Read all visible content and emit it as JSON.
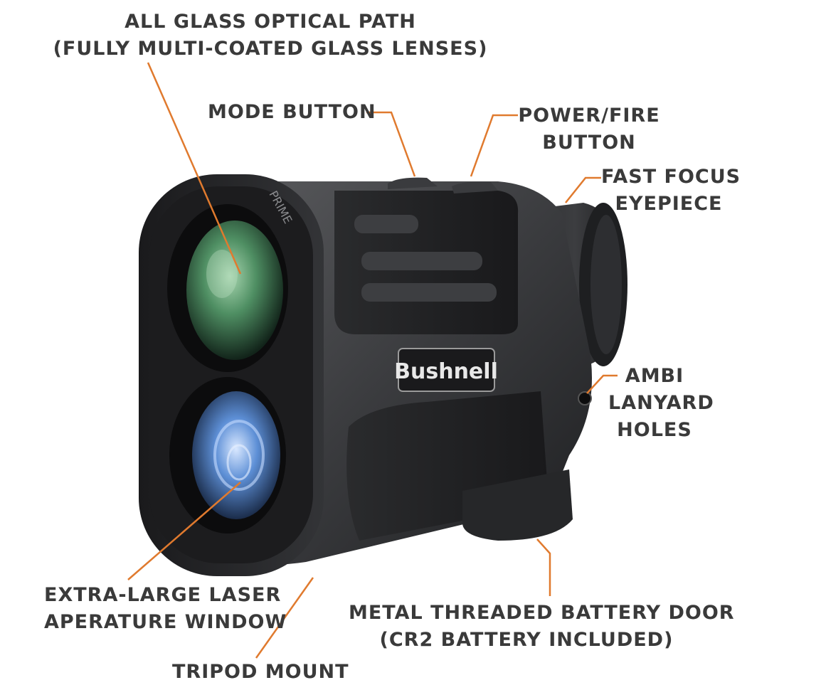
{
  "diagram": {
    "brand_logo_text": "Bushnell",
    "model_text": "PRIME",
    "callouts": {
      "optical_path": [
        "All Glass Optical Path",
        "(Fully Multi-Coated Glass Lenses)"
      ],
      "mode_button": [
        "Mode Button"
      ],
      "power_fire_button": [
        "Power/Fire",
        "Button"
      ],
      "fast_focus_eyepiece": [
        "Fast Focus",
        "Eyepiece"
      ],
      "lanyard_holes": [
        "Ambi",
        "Lanyard",
        "Holes"
      ],
      "laser_window": [
        "Extra-Large Laser",
        "Aperature Window"
      ],
      "battery_door": [
        "Metal Threaded Battery Door",
        "(CR2 Battery Included)"
      ],
      "tripod_mount": [
        "Tripod Mount"
      ]
    },
    "colors": {
      "leader_line": "#e07a2e",
      "label_text": "#3a3a3a",
      "body_dark": "#2c2d2f",
      "body_mid": "#4a4b4e",
      "front_lens": "#3f7a55",
      "laser_lens": "#4a7fc4"
    }
  }
}
